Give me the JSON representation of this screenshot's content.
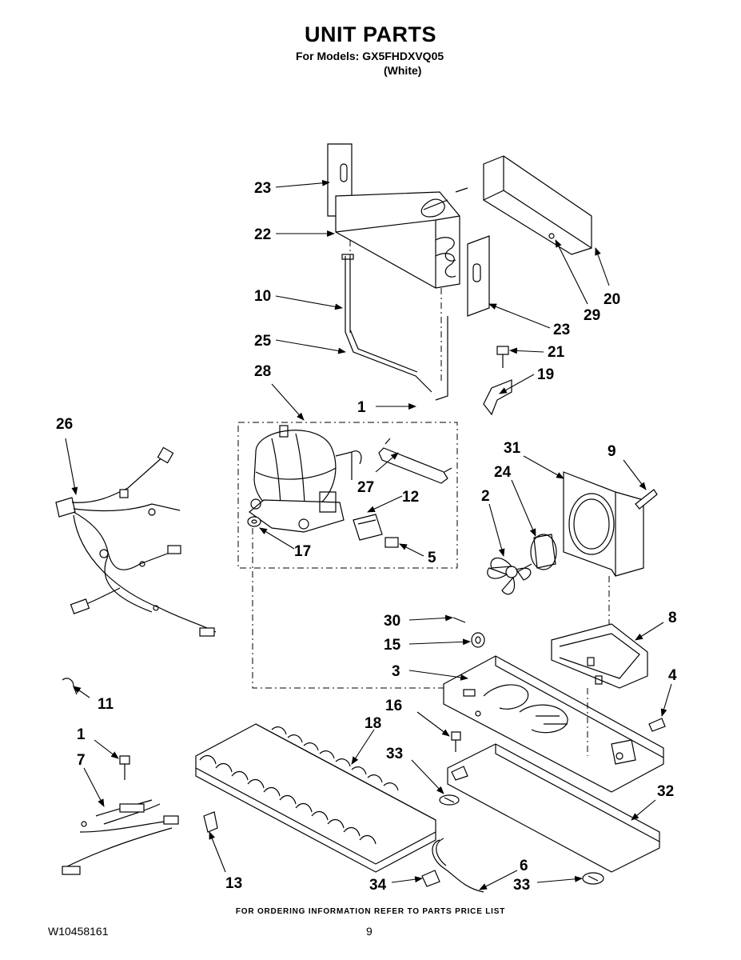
{
  "header": {
    "title": "UNIT PARTS",
    "models_line": "For Models: GX5FHDXVQ05",
    "color_line": "(White)"
  },
  "footer": {
    "ordering_note": "FOR ORDERING INFORMATION REFER TO PARTS PRICE LIST",
    "document_number": "W10458161",
    "page_number": "9"
  },
  "callouts": [
    "23",
    "22",
    "10",
    "25",
    "28",
    "1",
    "26",
    "27",
    "12",
    "17",
    "5",
    "20",
    "29",
    "23",
    "21",
    "19",
    "31",
    "9",
    "24",
    "2",
    "30",
    "8",
    "15",
    "3",
    "4",
    "16",
    "18",
    "33",
    "32",
    "11",
    "1",
    "7",
    "13",
    "34",
    "6",
    "33"
  ]
}
